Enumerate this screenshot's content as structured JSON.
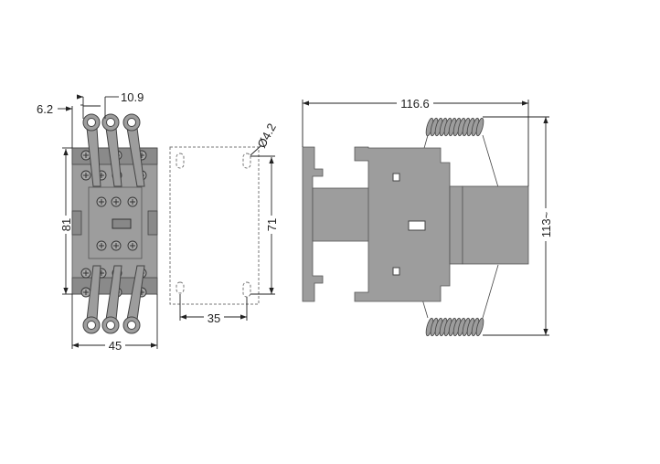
{
  "title": "Capacitor contactor dimensional drawing",
  "front_view": {
    "width_label": "45",
    "height_label": "81",
    "terminal_offset_label": "6.2",
    "terminal_pitch_label": "10.9"
  },
  "mounting_template": {
    "hole_spacing_h_label": "35",
    "hole_spacing_v_label": "71",
    "hole_diameter_label": "Ø4.2"
  },
  "side_view": {
    "depth_label": "116.6",
    "height_label": "113~"
  },
  "colors": {
    "body": "#9d9d9d",
    "line": "#222222"
  }
}
